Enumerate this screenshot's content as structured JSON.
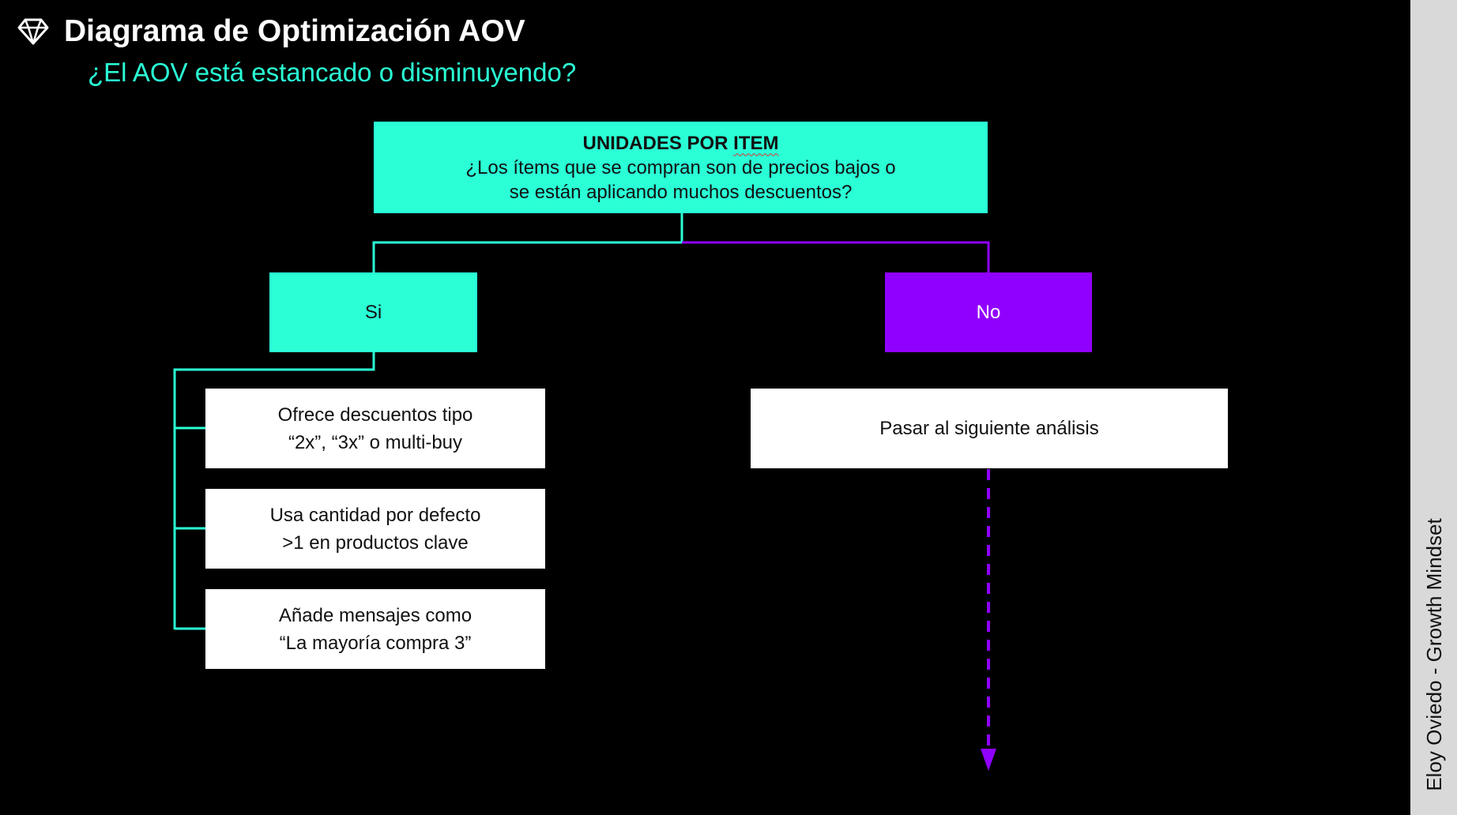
{
  "header": {
    "icon": "diamond-icon",
    "title": "Diagrama de Optimización AOV",
    "subtitle": "¿El AOV está estancado o disminuyendo?"
  },
  "diagram": {
    "root": {
      "title_prefix": "UNIDADES POR ",
      "title_marked": "ITEM",
      "line1": "¿Los ítems que se compran son de precios bajos o",
      "line2": "se están aplicando muchos descuentos?"
    },
    "yes_branch": {
      "label": "Si",
      "actions": [
        {
          "line1": "Ofrece descuentos tipo",
          "line2": "“2x”, “3x” o multi-buy"
        },
        {
          "line1": "Usa cantidad por defecto",
          "line2": ">1 en productos clave"
        },
        {
          "line1": "Añade mensajes como",
          "line2": "“La mayoría compra 3”"
        }
      ]
    },
    "no_branch": {
      "label": "No",
      "next_step": "Pasar al siguiente análisis"
    }
  },
  "side_panel": {
    "credit": "Eloy Oviedo - Growth Mindset"
  },
  "colors": {
    "background": "#000000",
    "teal": "#2affd6",
    "purple": "#9000ff",
    "white": "#ffffff",
    "side_panel": "#d9d9d9",
    "spellcheck_underline": "#e03131"
  }
}
